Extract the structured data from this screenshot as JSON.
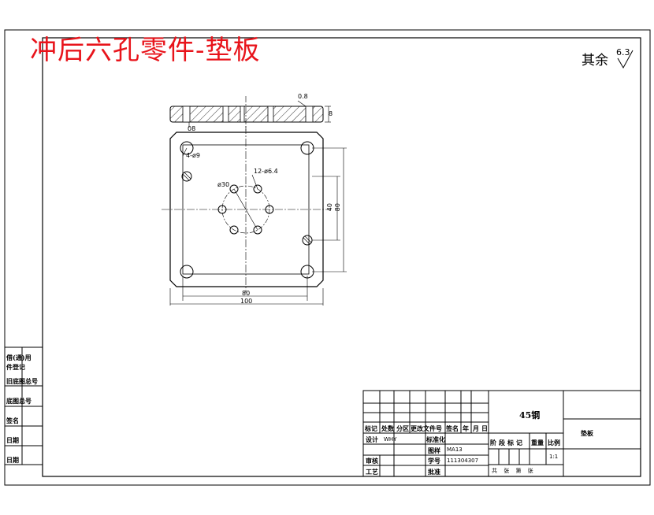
{
  "title": "冲后六孔零件-垫板",
  "roughness": {
    "label": "其余",
    "value": "6.3"
  },
  "dimensions": {
    "hole_corner": "4-ø9",
    "hole_circle": "12-ø6.4",
    "pitch_diameter": "ø30",
    "width_inner": "80",
    "width_outer": "100",
    "height_inner": "40",
    "height_outer": "80",
    "thickness": "8",
    "section_a": "08",
    "section_b": "0.8"
  },
  "left_column": [
    "借(通)用",
    "件登记",
    "旧底图总号",
    "底图总号",
    "签名",
    "日期",
    "日期"
  ],
  "title_block": {
    "material": "45钢",
    "part_name": "垫板",
    "header_row": [
      "标记",
      "处数",
      "分区",
      "更改文件号",
      "签名",
      "年",
      "月",
      "日"
    ],
    "design_label": "设计",
    "design_value": "WHY",
    "standardize_label": "标准化",
    "drawing_label": "图样",
    "drawing_value": "MA13",
    "number_label": "学号",
    "number_value": "111304307",
    "review_label": "审核",
    "craft_label": "工艺",
    "approve_label": "批准",
    "stage_label": "阶段标记",
    "weight_label": "重量",
    "scale_label": "比例",
    "scale_value": "1:1",
    "sheet_info": "共 张 第 张"
  }
}
